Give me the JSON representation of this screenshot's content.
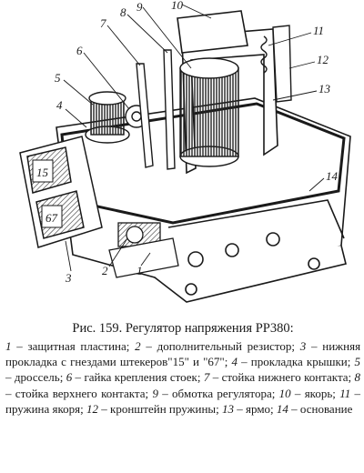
{
  "caption": {
    "title": "Рис. 159. Регулятор напряжения РР380:",
    "legend": [
      {
        "num": "1",
        "text": "защитная пластина;"
      },
      {
        "num": "2",
        "text": "дополнительный резистор;"
      },
      {
        "num": "3",
        "text": "нижняя прокладка с гнездами штекеров\"15\" и \"67\";"
      },
      {
        "num": "4",
        "text": "прокладка крышки;"
      },
      {
        "num": "5",
        "text": "дроссель;"
      },
      {
        "num": "6",
        "text": "гайка крепления стоек;"
      },
      {
        "num": "7",
        "text": "стойка нижнего контакта;"
      },
      {
        "num": "8",
        "text": "стойка верхнего контакта;"
      },
      {
        "num": "9",
        "text": "обмотка регулятора;"
      },
      {
        "num": "10",
        "text": "якорь;"
      },
      {
        "num": "11",
        "text": "пружина якоря;"
      },
      {
        "num": "12",
        "text": "кронштейн пружины;"
      },
      {
        "num": "13",
        "text": "ярмо;"
      },
      {
        "num": "14",
        "text": "основание"
      }
    ]
  },
  "figure": {
    "callouts": [
      "1",
      "2",
      "3",
      "4",
      "5",
      "6",
      "7",
      "8",
      "9",
      "10",
      "11",
      "12",
      "13",
      "14"
    ],
    "connector_labels": [
      "15",
      "67"
    ]
  }
}
